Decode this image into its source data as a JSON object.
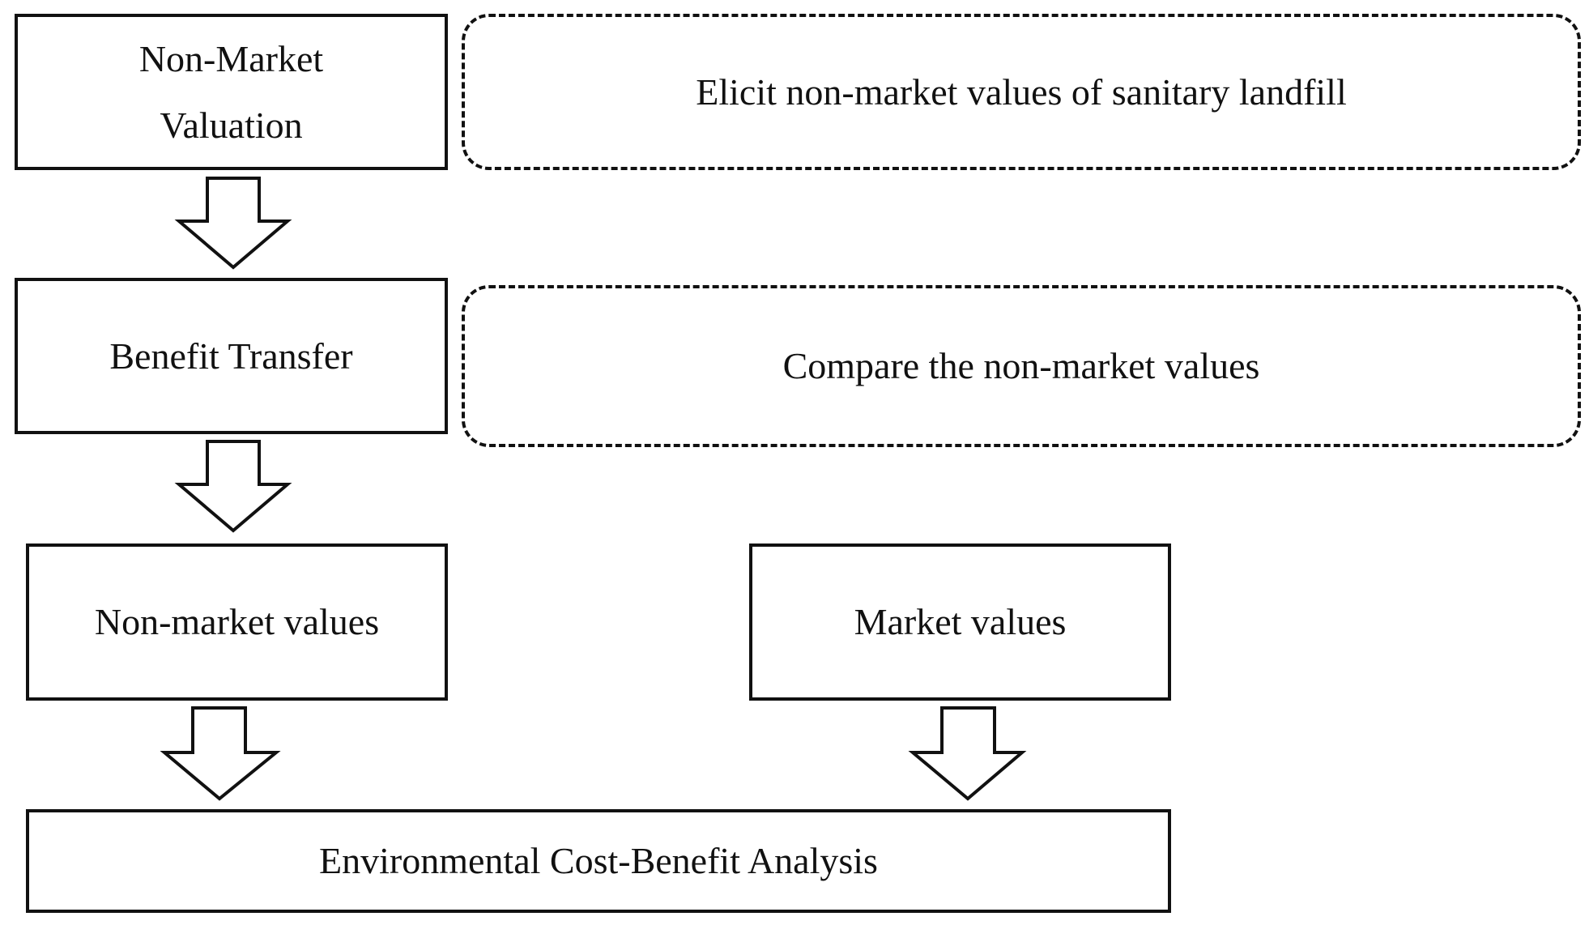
{
  "flow": {
    "non_market_valuation": "Non-Market\nValuation",
    "benefit_transfer": "Benefit Transfer",
    "non_market_values": "Non-market values",
    "market_values": "Market values",
    "environmental_cba": "Environmental Cost-Benefit Analysis"
  },
  "notes": {
    "elicit": "Elicit non-market values of sanitary landfill",
    "compare": "Compare the non-market values"
  },
  "colors": {
    "line": "#111111",
    "background": "#ffffff"
  }
}
